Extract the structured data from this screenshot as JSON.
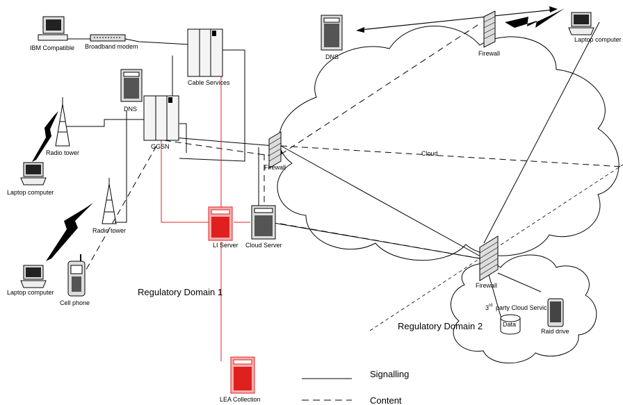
{
  "labels": {
    "ibm_compatible": "IBM Compatible",
    "broadband_modem": "Broadband modem",
    "cable_services": "Cable Services",
    "dns_left": "DNS",
    "dns_top": "DNS",
    "radio_tower_1": "Radio tower",
    "radio_tower_2": "Radio tower",
    "ggsn": "GGSN",
    "laptop_left_1": "Laptop computer",
    "laptop_left_2": "Laptop computer",
    "laptop_top_right": "Laptop computer",
    "cell_phone": "Cell phone",
    "firewall_top": "Firewall",
    "firewall_mid": "Firewall",
    "firewall_right": "Firewall",
    "cloud": "Cloud",
    "li_server": "LI Server",
    "cloud_server": "Cloud Server",
    "lea_collection": "LEA Collection",
    "third_party_sup": "rd",
    "third_party_pre": "3",
    "third_party_text": "party Cloud Servic",
    "data": "Data",
    "raid_drive": "Raid drive",
    "regulatory_domain_1": "Regulatory Domain 1",
    "regulatory_domain_2": "Regulatory Domain 2"
  },
  "legend": {
    "signalling": "Signalling",
    "content": "Content"
  },
  "colors": {
    "lawful_intercept": "#e0201f",
    "line": "#000000"
  }
}
